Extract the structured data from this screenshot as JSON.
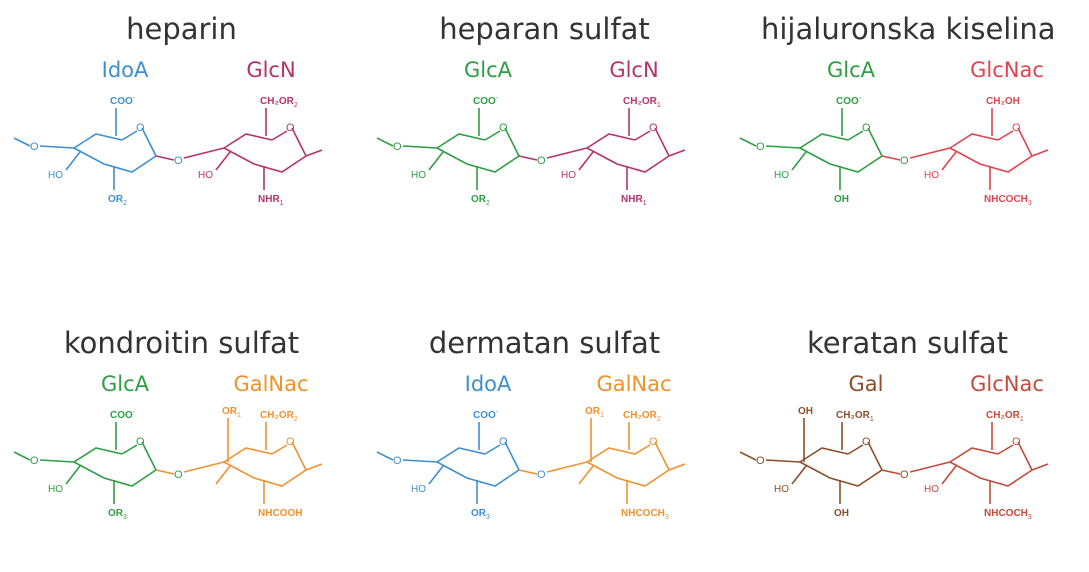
{
  "colors": {
    "IdoA": "#3f8fd0",
    "GlcN": "#b5326e",
    "GlcA": "#2e9e44",
    "GlcNac_red": "#e0434f",
    "GlcNac_brown": "#c54a3c",
    "GalNac": "#f0912e",
    "Gal": "#8a4f2a",
    "title": "#333333"
  },
  "panels": [
    {
      "title": "heparin",
      "units": [
        {
          "label": "IdoA",
          "color": "#3f8fd0",
          "type": "ido",
          "substituents": {
            "top": "COO",
            "top_sup": "-",
            "bottom": "OR",
            "bottom_sub": "2",
            "left": "HO"
          }
        },
        {
          "label": "GlcN",
          "color": "#b5326e",
          "type": "glc",
          "substituents": {
            "top": "CH₂OR",
            "top_sub": "2",
            "bottom": "NHR",
            "bottom_sub": "1",
            "left": "HO"
          }
        }
      ]
    },
    {
      "title": "heparan sulfat",
      "units": [
        {
          "label": "GlcA",
          "color": "#2e9e44",
          "type": "glc",
          "substituents": {
            "top": "COO",
            "top_sup": "-",
            "bottom": "OR",
            "bottom_sub": "2",
            "left": "HO"
          }
        },
        {
          "label": "GlcN",
          "color": "#b5326e",
          "type": "glc",
          "substituents": {
            "top": "CH₂OR",
            "top_sub": "1",
            "bottom": "NHR",
            "bottom_sub": "1",
            "left": "HO"
          }
        }
      ]
    },
    {
      "title": "hijaluronska kiselina",
      "units": [
        {
          "label": "GlcA",
          "color": "#2e9e44",
          "type": "glc",
          "substituents": {
            "top": "COO",
            "top_sup": "-",
            "bottom": "OH",
            "bottom_sub": "",
            "left": "HO"
          }
        },
        {
          "label": "GlcNac",
          "color": "#e0434f",
          "type": "glc",
          "substituents": {
            "top": "CH₂OH",
            "top_sub": "",
            "bottom": "NHCOCH",
            "bottom_sub": "3",
            "left": "HO"
          }
        }
      ]
    },
    {
      "title": "kondroitin sulfat",
      "units": [
        {
          "label": "GlcA",
          "color": "#2e9e44",
          "type": "glc",
          "substituents": {
            "top": "COO",
            "top_sup": "-",
            "bottom": "OR",
            "bottom_sub": "3",
            "left": "HO"
          }
        },
        {
          "label": "GalNac",
          "color": "#f0912e",
          "type": "gal",
          "substituents": {
            "top": "CH₂OR",
            "top_sub": "2",
            "axial": "OR",
            "axial_sub": "1",
            "bottom": "NHCOOH",
            "bottom_sub": ""
          }
        }
      ]
    },
    {
      "title": "dermatan sulfat",
      "units": [
        {
          "label": "IdoA",
          "color": "#3f8fd0",
          "type": "ido",
          "substituents": {
            "top": "COO",
            "top_sup": "-",
            "bottom": "OR",
            "bottom_sub": "3",
            "left": "HO"
          }
        },
        {
          "label": "GalNac",
          "color": "#f0912e",
          "type": "gal",
          "substituents": {
            "top": "CH₂OR",
            "top_sub": "2",
            "axial": "OR",
            "axial_sub": "1",
            "bottom": "NHCOCH",
            "bottom_sub": "3"
          }
        }
      ]
    },
    {
      "title": "keratan sulfat",
      "units": [
        {
          "label": "Gal",
          "color": "#8a4f2a",
          "type": "gal",
          "substituents": {
            "top": "CH₂OR",
            "top_sub": "1",
            "axial": "OH",
            "axial_sub": "",
            "bottom": "OH",
            "bottom_sub": "",
            "left": "HO"
          }
        },
        {
          "label": "GlcNac",
          "color": "#c54a3c",
          "type": "glc",
          "substituents": {
            "top": "CH₂OR",
            "top_sub": "1",
            "bottom": "NHCOCH",
            "bottom_sub": "3",
            "left": "HO"
          }
        }
      ]
    }
  ]
}
